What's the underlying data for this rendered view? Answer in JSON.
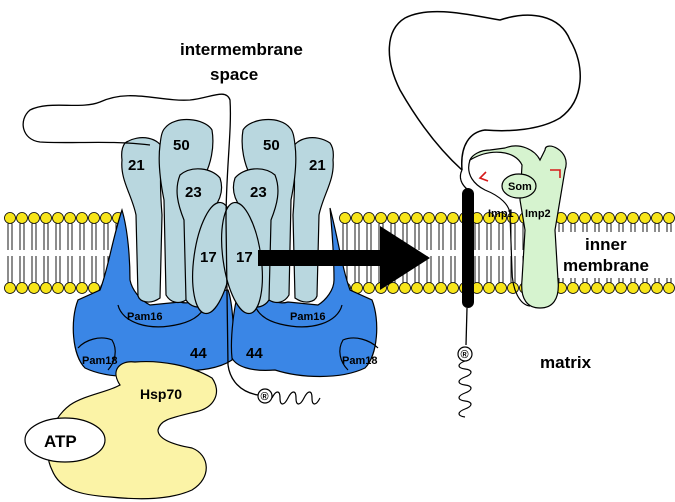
{
  "labels": {
    "intermembrane_1": "intermembrane",
    "intermembrane_2": "space",
    "inner_1": "inner",
    "inner_2": "membrane",
    "matrix": "matrix",
    "hsp70": "Hsp70",
    "atp": "ATP",
    "som": "Som",
    "imp1": "Imp1",
    "imp2": "Imp2",
    "tim21_left": "21",
    "tim50_left": "50",
    "tim23_left": "23",
    "tim17_left": "17",
    "tim21_right": "21",
    "tim50_right": "50",
    "tim23_right": "23",
    "tim17_right": "17",
    "pam16_left": "Pam16",
    "pam18_left": "Pam18",
    "pam44_left": "44",
    "pam16_right": "Pam16",
    "pam18_right": "Pam18",
    "pam44_right": "44",
    "r_mark_1": "®",
    "r_mark_2": "®"
  },
  "colors": {
    "tim_light": "#b9d7df",
    "pam_blue": "#3a86e6",
    "hsp_yellow": "#fbf3a6",
    "imp_green": "#d6f3cf",
    "lipid_head": "#f7e51a",
    "arrow": "#000000"
  }
}
